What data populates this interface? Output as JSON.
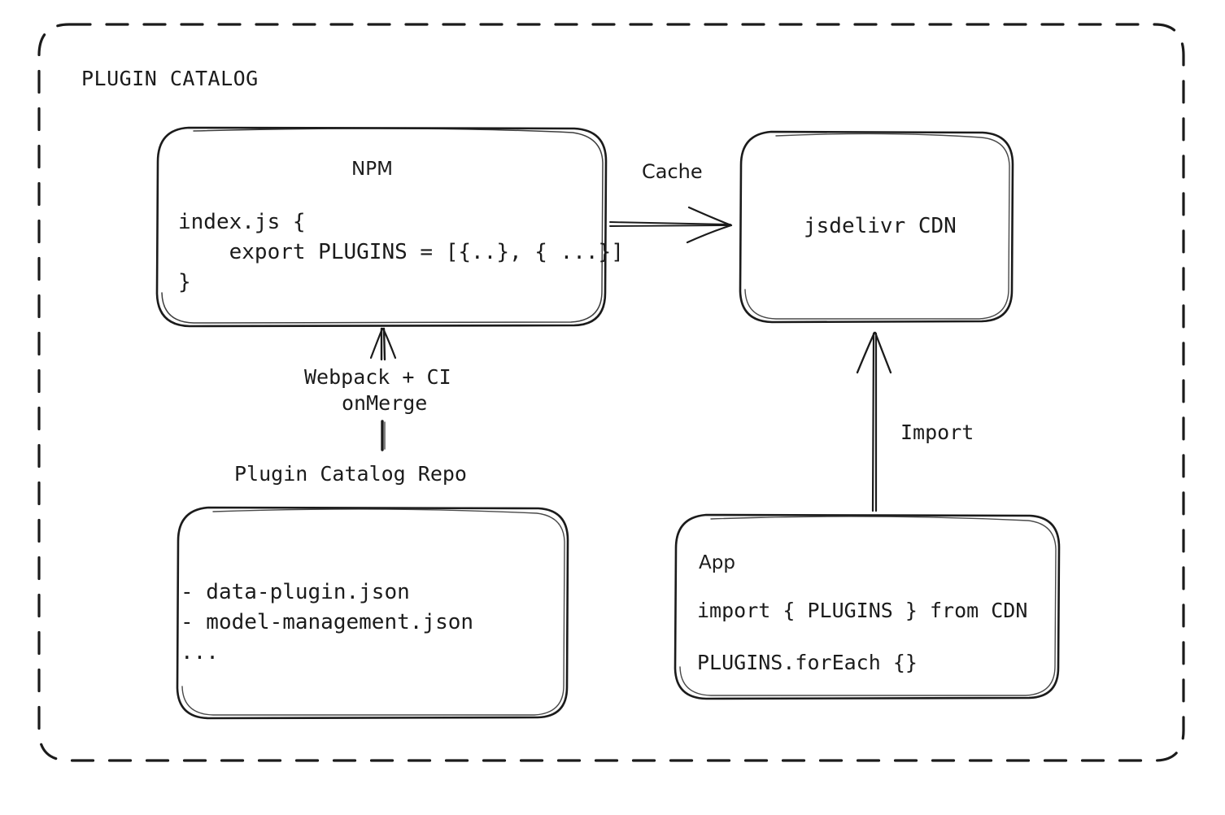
{
  "diagram": {
    "title": "PLUGIN CATALOG",
    "nodes": {
      "npm": {
        "title": "NPM",
        "code": "index.js {\n    export PLUGINS = [{..}, { ...}]\n}"
      },
      "cdn": {
        "title": "jsdelivr CDN"
      },
      "repo": {
        "label": "Plugin Catalog Repo",
        "items": "- data-plugin.json\n- model-management.json\n..."
      },
      "app": {
        "title": "App",
        "line1": "import { PLUGINS } from CDN",
        "line2": "PLUGINS.forEach {}"
      }
    },
    "edges": {
      "cache": "Cache",
      "build_line1": "Webpack + CI",
      "build_line2": "onMerge",
      "import": "Import"
    },
    "colors": {
      "stroke": "#1b1b1b",
      "background": "#ffffff",
      "text": "#1b1b1b"
    }
  }
}
